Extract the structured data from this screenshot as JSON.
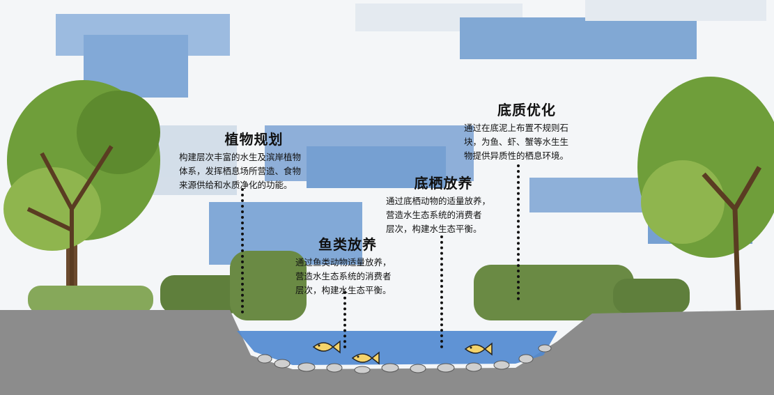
{
  "colors": {
    "sky": "#f4f6f8",
    "cloud": "#5b8fc9",
    "ground": "#8c8c8c",
    "water": "#4f88d0",
    "tree": "#6f9e3a",
    "trunk": "#6b4a2e",
    "fish": "#f4d36a"
  },
  "labels": [
    {
      "title": "植物规划",
      "lines": [
        "构建层次丰富的水生及滨岸植物",
        "体系，发挥栖息场所营造、食物",
        "来源供给和水质净化的功能。"
      ]
    },
    {
      "title": "底质优化",
      "lines": [
        "通过在底泥上布置不规则石",
        "块，为鱼、虾、蟹等水生生",
        "物提供异质性的栖息环境。"
      ]
    },
    {
      "title": "底栖放养",
      "lines": [
        "通过底栖动物的适量放养，",
        "营造水生态系统的消费者",
        "层次，构建水生态平衡。"
      ]
    },
    {
      "title": "鱼类放养",
      "lines": [
        "通过鱼类动物适量放养，",
        "营造水生态系统的消费者",
        "层次，构建水生态平衡。"
      ]
    }
  ]
}
